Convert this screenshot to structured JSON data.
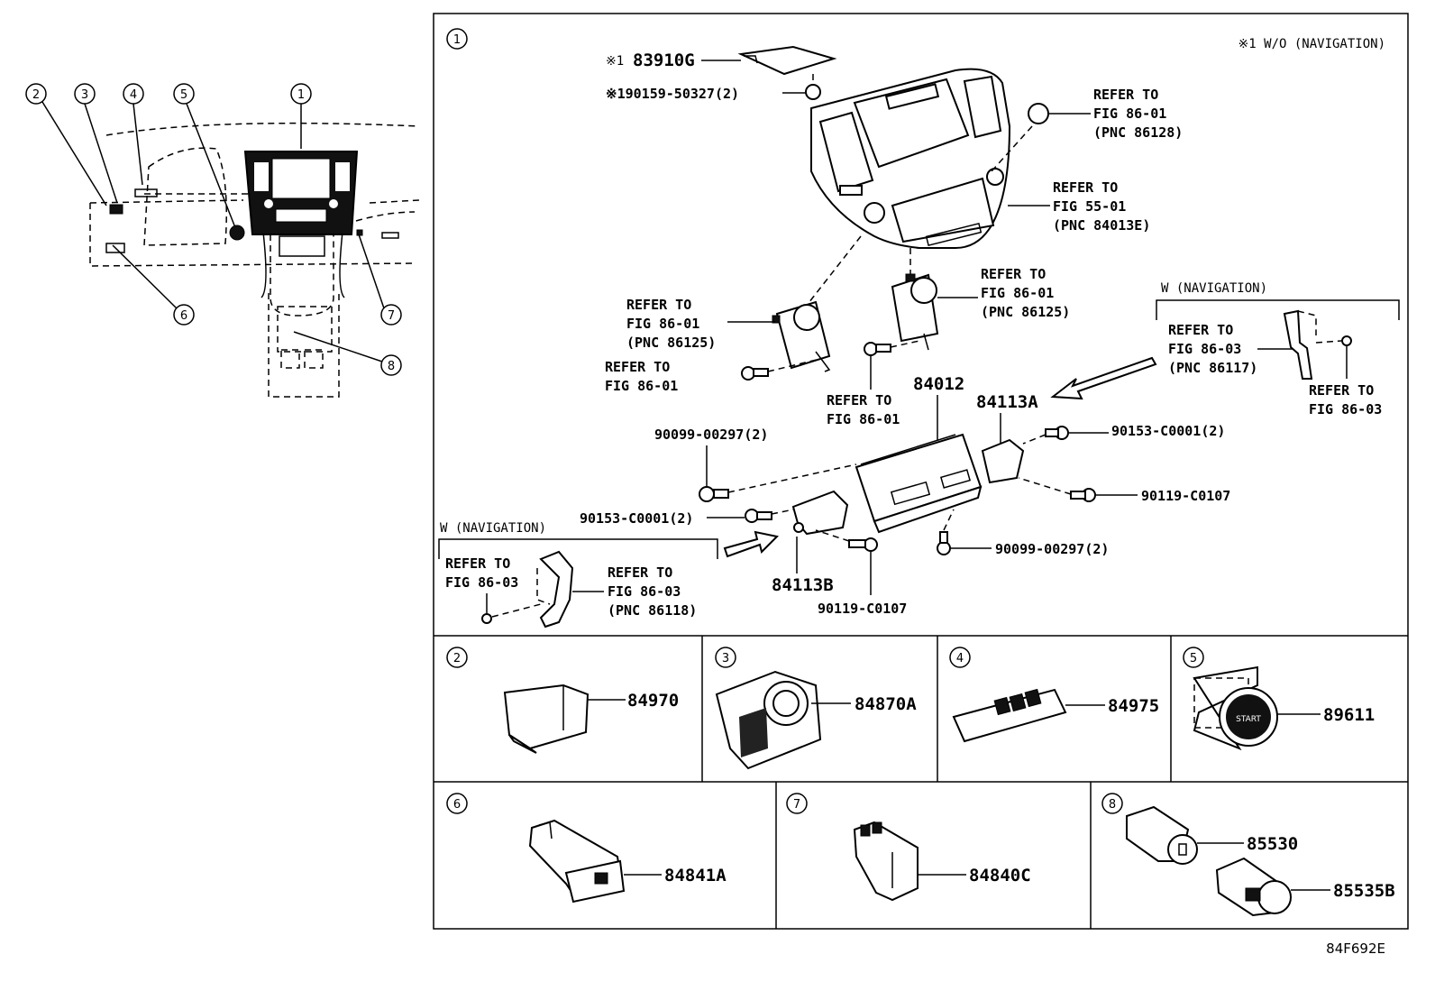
{
  "callouts": {
    "c1": "1",
    "c2": "2",
    "c3": "3",
    "c4": "4",
    "c5": "5",
    "c6": "6",
    "c7": "7",
    "c8": "8"
  },
  "main": {
    "note_top": "※1 W/O (NAVIGATION)",
    "p83910g_prefix": "※1",
    "p83910g": "83910G",
    "p90159": "※190159-50327(2)",
    "ref_86128": [
      "REFER TO",
      "FIG 86-01",
      "(PNC 86128)"
    ],
    "ref_84013e": [
      "REFER TO",
      "FIG 55-01",
      "(PNC 84013E)"
    ],
    "ref_86125_left": [
      "REFER TO",
      "FIG 86-01",
      "(PNC 86125)"
    ],
    "ref_86125_right": [
      "REFER TO",
      "FIG 86-01",
      "(PNC 86125)"
    ],
    "ref_8601_a": [
      "REFER TO",
      "FIG 86-01"
    ],
    "ref_8601_b": [
      "REFER TO",
      "FIG 86-01"
    ],
    "nav_right": "W (NAVIGATION)",
    "ref_86117": [
      "REFER TO",
      "FIG 86-03",
      "(PNC 86117)"
    ],
    "ref_8603_r": [
      "REFER TO",
      "FIG 86-03"
    ],
    "p84012": "84012",
    "p84113a": "84113A",
    "p90099_top": "90099-00297(2)",
    "p90153_right": "90153-C0001(2)",
    "p90119_right": "90119-C0107",
    "p90153_left": "90153-C0001(2)",
    "nav_left": "W (NAVIGATION)",
    "ref_8603_l": [
      "REFER TO",
      "FIG 86-03"
    ],
    "ref_86118": [
      "REFER TO",
      "FIG 86-03",
      "(PNC 86118)"
    ],
    "p84113b": "84113B",
    "p90099_bot": "90099-00297(2)",
    "p90119_bot": "90119-C0107"
  },
  "panels": {
    "p2": "84970",
    "p3": "84870A",
    "p4": "84975",
    "p5": "89611",
    "p6": "84841A",
    "p7": "84840C",
    "p8a": "85530",
    "p8b": "85535B"
  },
  "figure_code": "84F692E"
}
